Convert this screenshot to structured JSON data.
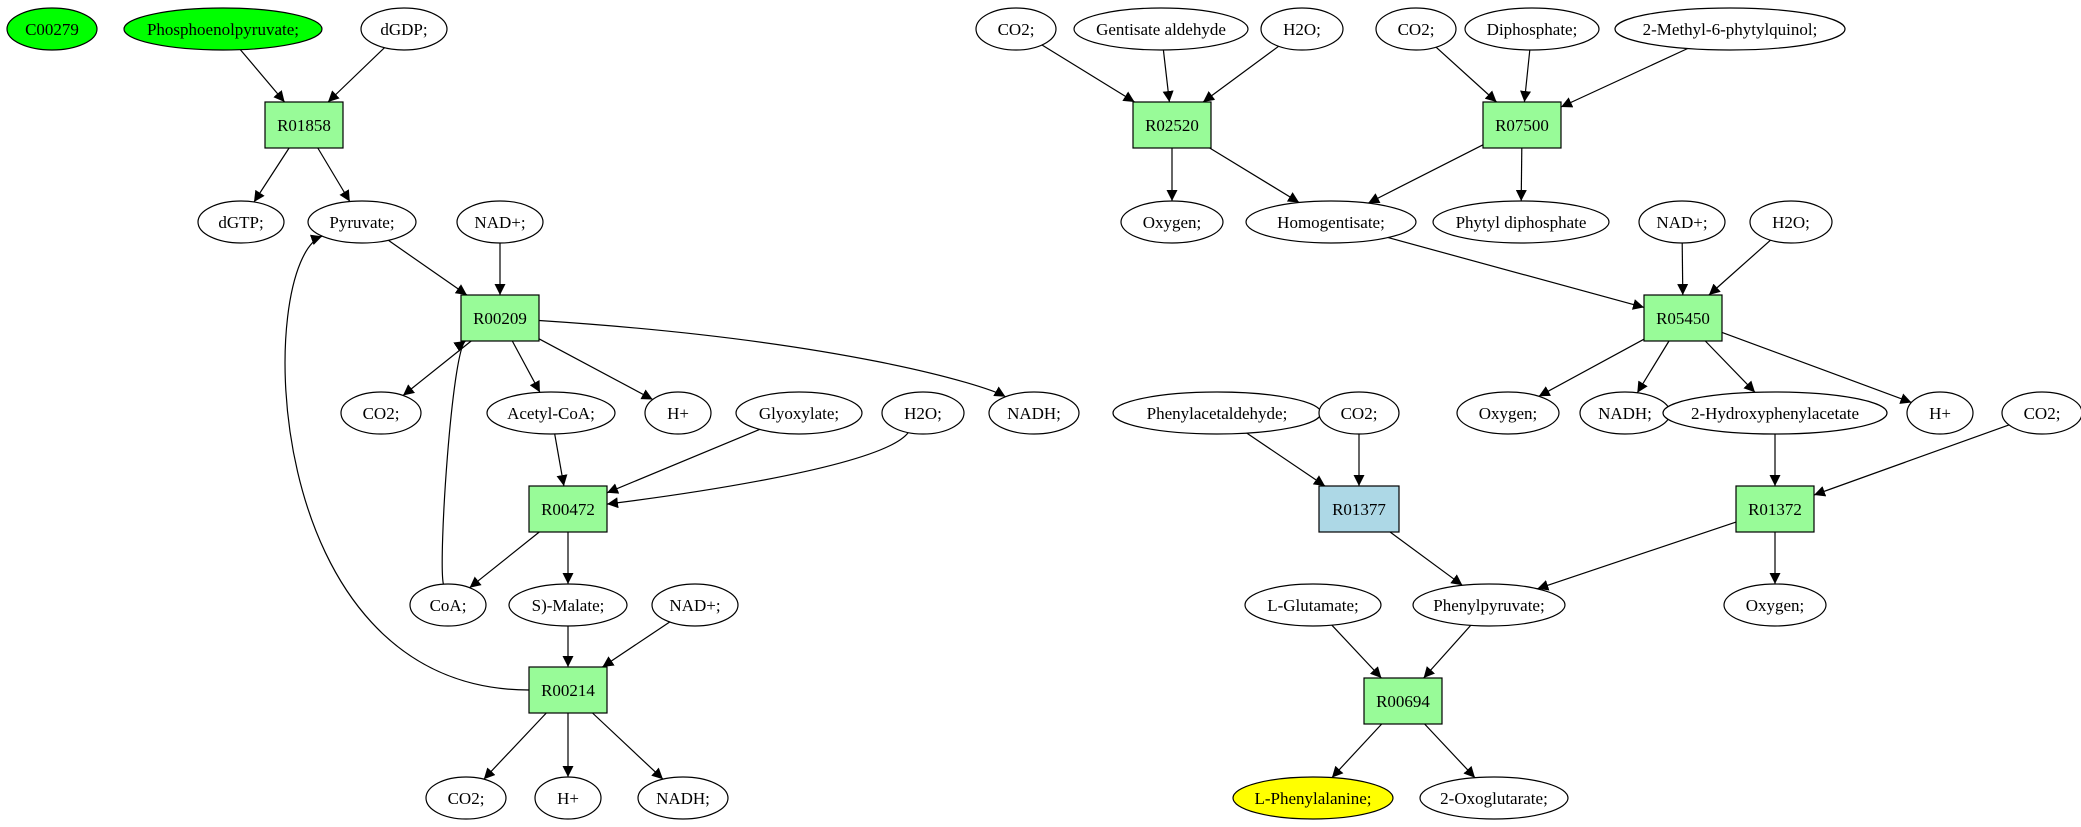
{
  "colors": {
    "reaction_default": "#98fb98",
    "reaction_highlight": "#add8e6",
    "compound_default": "#ffffff",
    "compound_source": "#00ff00",
    "compound_target": "#ffff00"
  },
  "nodes": [
    {
      "id": "c00279",
      "label": "C00279",
      "kind": "compound",
      "fill": "#00ff00"
    },
    {
      "id": "pep",
      "label": "Phosphoenolpyruvate;",
      "kind": "compound",
      "fill": "#00ff00"
    },
    {
      "id": "dgdp",
      "label": "dGDP;",
      "kind": "compound"
    },
    {
      "id": "r01858",
      "label": "R01858",
      "kind": "reaction"
    },
    {
      "id": "dgtp",
      "label": "dGTP;",
      "kind": "compound"
    },
    {
      "id": "pyruvate",
      "label": "Pyruvate;",
      "kind": "compound"
    },
    {
      "id": "nad1",
      "label": "NAD+;",
      "kind": "compound"
    },
    {
      "id": "r00209",
      "label": "R00209",
      "kind": "reaction"
    },
    {
      "id": "co2_a",
      "label": "CO2;",
      "kind": "compound"
    },
    {
      "id": "acetylcoa",
      "label": "Acetyl-CoA;",
      "kind": "compound"
    },
    {
      "id": "hplus_a",
      "label": "H+",
      "kind": "compound"
    },
    {
      "id": "glyoxylate",
      "label": "Glyoxylate;",
      "kind": "compound"
    },
    {
      "id": "h2o_a",
      "label": "H2O;",
      "kind": "compound"
    },
    {
      "id": "nadh_a",
      "label": "NADH;",
      "kind": "compound"
    },
    {
      "id": "r00472",
      "label": "R00472",
      "kind": "reaction"
    },
    {
      "id": "coa",
      "label": "CoA;",
      "kind": "compound"
    },
    {
      "id": "smalate",
      "label": "S)-Malate;",
      "kind": "compound"
    },
    {
      "id": "nad2",
      "label": "NAD+;",
      "kind": "compound"
    },
    {
      "id": "r00214",
      "label": "R00214",
      "kind": "reaction"
    },
    {
      "id": "co2_b",
      "label": "CO2;",
      "kind": "compound"
    },
    {
      "id": "hplus_b",
      "label": "H+",
      "kind": "compound"
    },
    {
      "id": "nadh_b",
      "label": "NADH;",
      "kind": "compound"
    },
    {
      "id": "co2_c",
      "label": "CO2;",
      "kind": "compound"
    },
    {
      "id": "gentisald",
      "label": "Gentisate aldehyde",
      "kind": "compound"
    },
    {
      "id": "h2o_b",
      "label": "H2O;",
      "kind": "compound"
    },
    {
      "id": "co2_d",
      "label": "CO2;",
      "kind": "compound"
    },
    {
      "id": "diphosphate",
      "label": "Diphosphate;",
      "kind": "compound"
    },
    {
      "id": "methylphytyl",
      "label": "2-Methyl-6-phytylquinol;",
      "kind": "compound"
    },
    {
      "id": "r02520",
      "label": "R02520",
      "kind": "reaction"
    },
    {
      "id": "r07500",
      "label": "R07500",
      "kind": "reaction"
    },
    {
      "id": "oxygen_a",
      "label": "Oxygen;",
      "kind": "compound"
    },
    {
      "id": "homogentisate",
      "label": "Homogentisate;",
      "kind": "compound"
    },
    {
      "id": "phytyldp",
      "label": "Phytyl diphosphate",
      "kind": "compound"
    },
    {
      "id": "nad3",
      "label": "NAD+;",
      "kind": "compound"
    },
    {
      "id": "h2o_c",
      "label": "H2O;",
      "kind": "compound"
    },
    {
      "id": "r05450",
      "label": "R05450",
      "kind": "reaction"
    },
    {
      "id": "phenylacetald",
      "label": "Phenylacetaldehyde;",
      "kind": "compound"
    },
    {
      "id": "co2_e",
      "label": "CO2;",
      "kind": "compound"
    },
    {
      "id": "oxygen_b",
      "label": "Oxygen;",
      "kind": "compound"
    },
    {
      "id": "nadh_c",
      "label": "NADH;",
      "kind": "compound"
    },
    {
      "id": "hydroxyphenylacetate",
      "label": "2-Hydroxyphenylacetate",
      "kind": "compound"
    },
    {
      "id": "hplus_c",
      "label": "H+",
      "kind": "compound"
    },
    {
      "id": "co2_f",
      "label": "CO2;",
      "kind": "compound"
    },
    {
      "id": "r01377",
      "label": "R01377",
      "kind": "reaction",
      "fill": "#add8e6"
    },
    {
      "id": "r01372",
      "label": "R01372",
      "kind": "reaction"
    },
    {
      "id": "lglutamate",
      "label": "L-Glutamate;",
      "kind": "compound"
    },
    {
      "id": "phenylpyruvate",
      "label": "Phenylpyruvate;",
      "kind": "compound"
    },
    {
      "id": "oxygen_c",
      "label": "Oxygen;",
      "kind": "compound"
    },
    {
      "id": "r00694",
      "label": "R00694",
      "kind": "reaction"
    },
    {
      "id": "lphenylalanine",
      "label": "L-Phenylalanine;",
      "kind": "compound",
      "fill": "#ffff00"
    },
    {
      "id": "oxoglutarate",
      "label": "2-Oxoglutarate;",
      "kind": "compound"
    }
  ],
  "edges": [
    {
      "from": "pep",
      "to": "r01858"
    },
    {
      "from": "dgdp",
      "to": "r01858"
    },
    {
      "from": "r01858",
      "to": "dgtp"
    },
    {
      "from": "r01858",
      "to": "pyruvate"
    },
    {
      "from": "pyruvate",
      "to": "r00209"
    },
    {
      "from": "nad1",
      "to": "r00209"
    },
    {
      "from": "r00209",
      "to": "co2_a"
    },
    {
      "from": "r00209",
      "to": "acetylcoa"
    },
    {
      "from": "r00209",
      "to": "hplus_a"
    },
    {
      "from": "r00209",
      "to": "nadh_a"
    },
    {
      "from": "acetylcoa",
      "to": "r00472"
    },
    {
      "from": "glyoxylate",
      "to": "r00472"
    },
    {
      "from": "h2o_a",
      "to": "r00472"
    },
    {
      "from": "r00472",
      "to": "coa"
    },
    {
      "from": "r00472",
      "to": "smalate"
    },
    {
      "from": "coa",
      "to": "r00209"
    },
    {
      "from": "smalate",
      "to": "r00214"
    },
    {
      "from": "nad2",
      "to": "r00214"
    },
    {
      "from": "r00214",
      "to": "pyruvate"
    },
    {
      "from": "r00214",
      "to": "co2_b"
    },
    {
      "from": "r00214",
      "to": "hplus_b"
    },
    {
      "from": "r00214",
      "to": "nadh_b"
    },
    {
      "from": "co2_c",
      "to": "r02520"
    },
    {
      "from": "gentisald",
      "to": "r02520"
    },
    {
      "from": "h2o_b",
      "to": "r02520"
    },
    {
      "from": "r02520",
      "to": "oxygen_a"
    },
    {
      "from": "r02520",
      "to": "homogentisate"
    },
    {
      "from": "co2_d",
      "to": "r07500"
    },
    {
      "from": "diphosphate",
      "to": "r07500"
    },
    {
      "from": "methylphytyl",
      "to": "r07500"
    },
    {
      "from": "r07500",
      "to": "homogentisate"
    },
    {
      "from": "r07500",
      "to": "phytyldp"
    },
    {
      "from": "homogentisate",
      "to": "r05450"
    },
    {
      "from": "nad3",
      "to": "r05450"
    },
    {
      "from": "h2o_c",
      "to": "r05450"
    },
    {
      "from": "r05450",
      "to": "oxygen_b"
    },
    {
      "from": "r05450",
      "to": "nadh_c"
    },
    {
      "from": "r05450",
      "to": "hydroxyphenylacetate"
    },
    {
      "from": "r05450",
      "to": "hplus_c"
    },
    {
      "from": "phenylacetald",
      "to": "r01377"
    },
    {
      "from": "co2_e",
      "to": "r01377"
    },
    {
      "from": "r01377",
      "to": "phenylpyruvate"
    },
    {
      "from": "hydroxyphenylacetate",
      "to": "r01372"
    },
    {
      "from": "co2_f",
      "to": "r01372"
    },
    {
      "from": "r01372",
      "to": "phenylpyruvate"
    },
    {
      "from": "r01372",
      "to": "oxygen_c"
    },
    {
      "from": "lglutamate",
      "to": "r00694"
    },
    {
      "from": "phenylpyruvate",
      "to": "r00694"
    },
    {
      "from": "r00694",
      "to": "lphenylalanine"
    },
    {
      "from": "r00694",
      "to": "oxoglutarate"
    }
  ]
}
